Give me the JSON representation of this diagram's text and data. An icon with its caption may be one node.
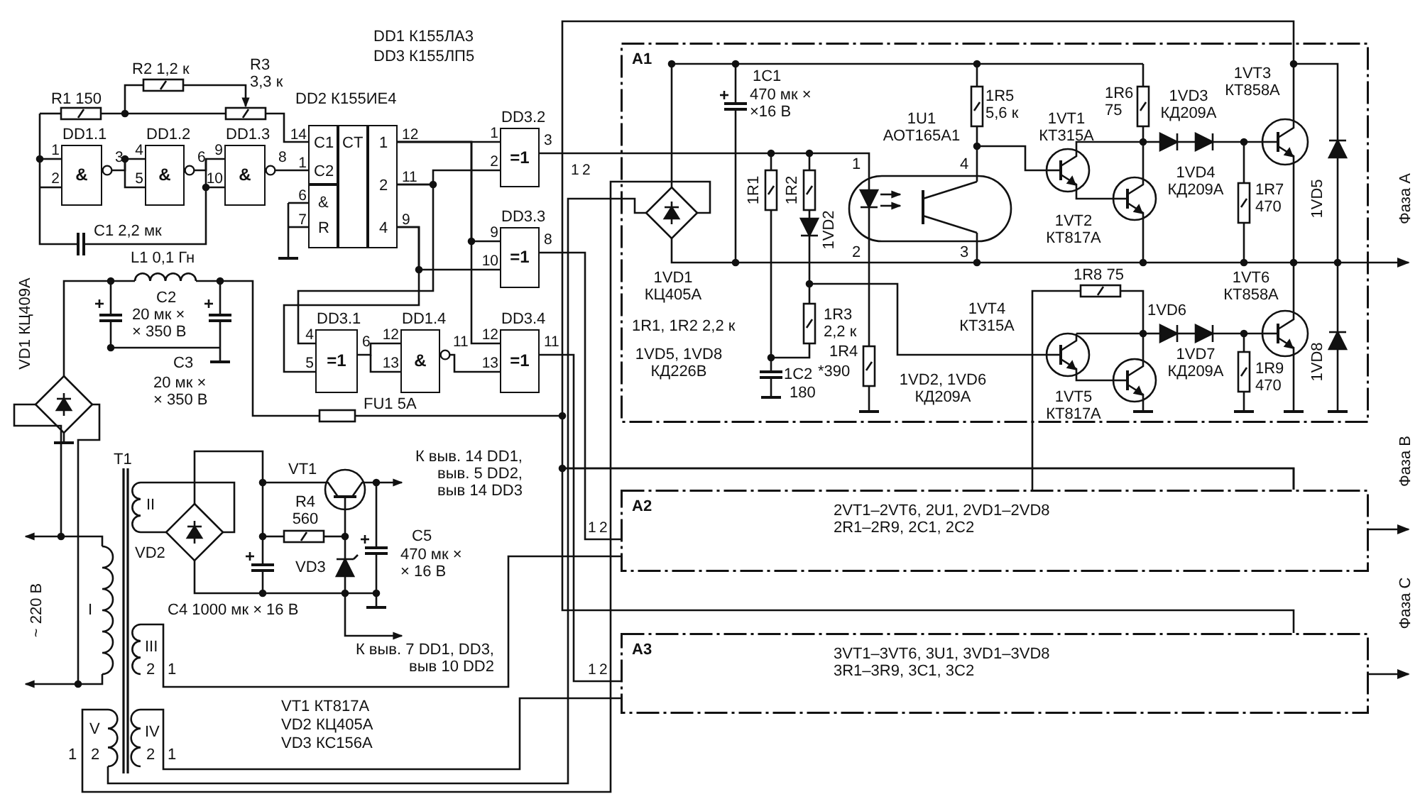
{
  "diagram": {
    "nodes": [
      {
        "text": [
          "DD1.1",
          "&"
        ],
        "beside": [
          "1",
          "2",
          "3"
        ]
      },
      {
        "text": [
          "DD1.2",
          "&"
        ],
        "beside": [
          "4",
          "5",
          "6"
        ]
      },
      {
        "text": [
          "DD1.3",
          "&"
        ],
        "beside": [
          "9",
          "10",
          "8"
        ]
      },
      {
        "text": [
          "C1",
          "C2",
          "&",
          "R",
          "CT",
          "1",
          "2",
          "4"
        ],
        "beside": [
          "14",
          "1",
          "6",
          "7",
          "12",
          "11",
          "9"
        ]
      },
      {
        "text": [
          "DD3.2",
          "=1"
        ],
        "beside": [
          "1",
          "2",
          "3"
        ]
      },
      {
        "text": [
          "DD3.3",
          "=1"
        ],
        "beside": [
          "9",
          "10",
          "8"
        ]
      },
      {
        "text": [
          "DD3.1",
          "=1"
        ],
        "beside": [
          "4",
          "5",
          "6"
        ]
      },
      {
        "text": [
          "DD1.4",
          "&"
        ],
        "beside": [
          "12",
          "13",
          "11"
        ]
      },
      {
        "text": [
          "DD3.4",
          "=1"
        ],
        "beside": [
          "12",
          "13",
          "11"
        ]
      },
      {
        "text": [
          "A1"
        ],
        "beside": [
          "1",
          "2"
        ]
      },
      {
        "text": [
          "A2",
          "2VT1–2VT6, 2U1, 2VD1–2VD8 2R1–2R9, 2C1, 2C2"
        ],
        "beside": [
          "1",
          "2"
        ]
      },
      {
        "text": [
          "A3",
          "3VT1–3VT6, 3U1, 3VD1–3VD8 3R1–3R9, 3C1, 3C2"
        ],
        "beside": [
          "1",
          "2"
        ]
      }
    ],
    "edges": [
      {
        "from": 0,
        "to": 1,
        "arrow": "other"
      },
      {
        "from": 1,
        "to": 2,
        "arrow": "other"
      },
      {
        "from": 2,
        "to": 3,
        "arrow": "other"
      },
      {
        "from": 3,
        "to": 4,
        "arrow": "none"
      },
      {
        "from": 3,
        "to": 4,
        "arrow": "none"
      },
      {
        "from": 3,
        "to": 5,
        "arrow": "none"
      },
      {
        "from": 3,
        "to": 5,
        "arrow": "none"
      },
      {
        "from": 3,
        "to": 6,
        "arrow": "none"
      },
      {
        "from": 3,
        "to": 6,
        "arrow": "none"
      },
      {
        "from": 6,
        "to": 7,
        "arrow": "none"
      },
      {
        "from": 7,
        "to": 8,
        "arrow": "other"
      },
      {
        "from": 3,
        "to": 8,
        "arrow": "none"
      },
      {
        "from": 4,
        "to": 9,
        "arrow": "none"
      },
      {
        "from": 5,
        "to": 10,
        "arrow": "none"
      },
      {
        "from": 8,
        "to": 11,
        "arrow": "none"
      },
      {
        "from": 9,
        "to": null,
        "arrow": "to"
      },
      {
        "from": 10,
        "to": null,
        "arrow": "to"
      },
      {
        "from": 11,
        "to": null,
        "arrow": "to"
      },
      {
        "from": 9,
        "to": 10,
        "arrow": "none"
      },
      {
        "from": 10,
        "to": 11,
        "arrow": "none"
      },
      {
        "from": 9,
        "to": 10,
        "arrow": "none"
      }
    ],
    "labels": [
      "DD1 К155ЛА3",
      "DD3 К155ЛП5",
      "R2 1,2 к",
      "R3 3,3 к",
      "R1 150",
      "DD2 К155ИЕ4",
      "C1 2,2 мк",
      "L1 0,1 Гн",
      "C2",
      "20 мк × × 350 В",
      "VD1 КЦ409А",
      "C3",
      "20 мк × × 350 В",
      "FU1 5А",
      "T1",
      "VT1",
      "К выв. 14 DD1, выв. 5 DD2, выв 14 DD3",
      "II",
      "R4 560",
      "C5",
      "470 мк × × 16 В",
      "VD2",
      "VD3",
      "~ 220 В",
      "I",
      "C4 1000 мк × 16 В",
      "III",
      "К выв. 7 DD1, DD3, выв 10 DD2",
      "2",
      "1",
      "VT1 КТ817А",
      "VD2 КЦ405А",
      "VD3 КС156А",
      "V",
      "IV",
      "1",
      "2",
      "2",
      "1",
      "1C1",
      "470 мк × ×16 В",
      "1R5 5,6 к",
      "1R6 75",
      "1VD3 КД209А",
      "1VT3 КТ858А",
      "1U1 АОТ165А1",
      "1VT1 КТ315А",
      "1R1",
      "1R2",
      "1",
      "4",
      "1VD4 КД209А",
      "1R7 470",
      "1VD5",
      "Фаза А",
      "1VD2",
      "2",
      "3",
      "1VT2 КТ817А",
      "1VD1 КЦ405А",
      "1R3 2,2 к",
      "1VT4 КТ315А",
      "1R8 75",
      "1VD6",
      "1VT6 КТ858А",
      "1R1, 1R2 2,2 к",
      "1VD5, 1VD8 КД226В",
      "1R4",
      "1VD7 КД209А",
      "1R9 470",
      "1VD8",
      "1C2",
      "180",
      "*390",
      "1VD2, 1VD6 КД209А",
      "1VT5 КТ817А",
      "Фаза В",
      "Фаза С"
    ]
  }
}
